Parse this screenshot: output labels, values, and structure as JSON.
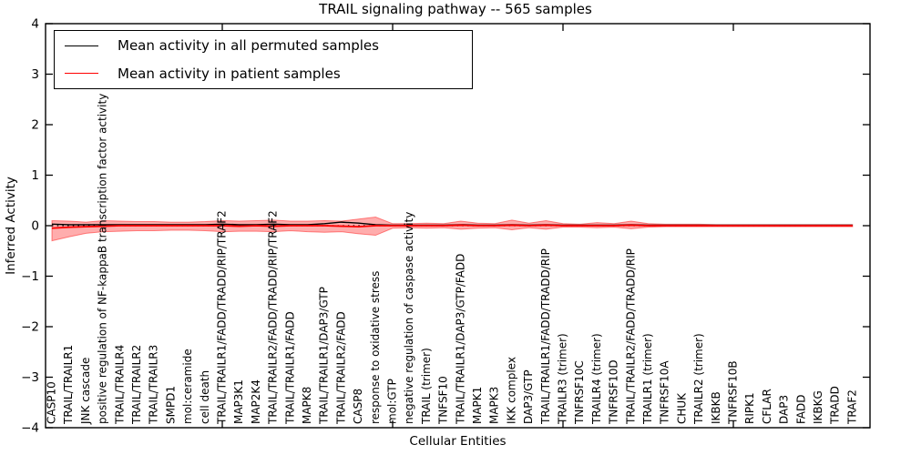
{
  "figure": {
    "title": "TRAIL signaling pathway -- 565 samples",
    "xlabel": "Cellular Entities",
    "ylabel": "Inferred Activity"
  },
  "legend": {
    "position": "upper left",
    "entries": [
      {
        "label": "Mean activity in all permuted samples",
        "color": "#000000"
      },
      {
        "label": "Mean activity in patient samples",
        "color": "#ff0000"
      }
    ]
  },
  "chart_data": {
    "type": "line",
    "title": "TRAIL signaling pathway -- 565 samples",
    "xlabel": "Cellular Entities",
    "ylabel": "Inferred Activity",
    "ylim": [
      -4,
      4
    ],
    "yticks": [
      -4,
      -3,
      -2,
      -1,
      0,
      1,
      2,
      3,
      4
    ],
    "grid": false,
    "legend_position": "upper left",
    "tick_direction": "in",
    "x_major_tick_indices": [
      10,
      20,
      30,
      40
    ],
    "categories": [
      "CASP10",
      "TRAIL/TRAILR1",
      "JNK cascade",
      "positive regulation of NF-kappaB transcription factor activity",
      "TRAIL/TRAILR4",
      "TRAIL/TRAILR2",
      "TRAIL/TRAILR3",
      "SMPD1",
      "mol:ceramide",
      "cell death",
      "TRAIL/TRAILR1/FADD/TRADD/RIP/TRAF2",
      "MAP3K1",
      "MAP2K4",
      "TRAIL/TRAILR2/FADD/TRADD/RIP/TRAF2",
      "TRAIL/TRAILR1/FADD",
      "MAPK8",
      "TRAIL/TRAILR1/DAP3/GTP",
      "TRAIL/TRAILR2/FADD",
      "CASP8",
      "response to oxidative stress",
      "mol:GTP",
      "negative regulation of caspase activity",
      "TRAIL (trimer)",
      "TNFSF10",
      "TRAIL/TRAILR1/DAP3/GTP/FADD",
      "MAPK1",
      "MAPK3",
      "IKK complex",
      "DAP3/GTP",
      "TRAIL/TRAILR1/FADD/TRADD/RIP",
      "TRAILR3 (trimer)",
      "TNFRSF10C",
      "TRAILR4 (trimer)",
      "TNFRSF10D",
      "TRAIL/TRAILR2/FADD/TRADD/RIP",
      "TRAILR1 (trimer)",
      "TNFRSF10A",
      "CHUK",
      "TRAILR2 (trimer)",
      "IKBKB",
      "TNFRSF10B",
      "RIPK1",
      "CFLAR",
      "DAP3",
      "FADD",
      "IKBKG",
      "TRADD",
      "TRAF2"
    ],
    "series": [
      {
        "name": "Mean activity in all permuted samples",
        "color": "#000000",
        "style": "solid",
        "values": [
          0.03,
          0.02,
          0.02,
          0.02,
          0.02,
          0.02,
          0.02,
          0.02,
          0.02,
          0.02,
          0.03,
          0.02,
          0.02,
          0.03,
          0.02,
          0.02,
          0.04,
          0.07,
          0.05,
          0.02,
          0.01,
          0.01,
          0.01,
          0.01,
          0.02,
          0.01,
          0.01,
          0.02,
          0.01,
          0.02,
          0.01,
          0.01,
          0.01,
          0.01,
          0.02,
          0.01,
          0.01,
          0.01,
          0.01,
          0.01,
          0.01,
          0.01,
          0.01,
          0.01,
          0.01,
          0.01,
          0.01,
          0.01
        ]
      },
      {
        "name": "Mean activity in patient samples",
        "color": "#ff0000",
        "style": "solid",
        "values": [
          -0.05,
          -0.03,
          -0.02,
          -0.01,
          0,
          0,
          0,
          0,
          0,
          0,
          0,
          -0.01,
          0,
          -0.01,
          0,
          0,
          0,
          -0.01,
          -0.02,
          0,
          0,
          0,
          0,
          0,
          0.01,
          0,
          0,
          0.01,
          0,
          0.01,
          0,
          0,
          0,
          0,
          0.01,
          0,
          0,
          0,
          0,
          0,
          0,
          0,
          0,
          0,
          0,
          0,
          0,
          0
        ]
      }
    ],
    "band": {
      "name": "patient sample activity spread",
      "color": "#ff0000",
      "opacity": 0.32,
      "upper": [
        0.1,
        0.09,
        0.07,
        0.1,
        0.09,
        0.08,
        0.08,
        0.07,
        0.07,
        0.08,
        0.1,
        0.09,
        0.1,
        0.11,
        0.09,
        0.09,
        0.1,
        0.09,
        0.13,
        0.17,
        0.04,
        0.04,
        0.05,
        0.04,
        0.09,
        0.05,
        0.04,
        0.11,
        0.05,
        0.1,
        0.04,
        0.03,
        0.06,
        0.04,
        0.09,
        0.04,
        0.03,
        0.03,
        0.03,
        0.02,
        0.02,
        0.02,
        0.02,
        0.02,
        0.02,
        0.02,
        0.02,
        0.02
      ],
      "lower": [
        0.3,
        0.22,
        0.15,
        0.12,
        0.11,
        0.1,
        0.1,
        0.09,
        0.09,
        0.1,
        0.12,
        0.11,
        0.11,
        0.12,
        0.1,
        0.12,
        0.13,
        0.12,
        0.16,
        0.19,
        0.05,
        0.04,
        0.05,
        0.04,
        0.07,
        0.05,
        0.04,
        0.08,
        0.04,
        0.07,
        0.03,
        0.03,
        0.04,
        0.03,
        0.06,
        0.03,
        0.02,
        0.02,
        0.02,
        0.02,
        0.02,
        0.02,
        0.02,
        0.02,
        0.02,
        0.02,
        0.02,
        0.02
      ]
    },
    "zero_line": {
      "value": 0,
      "style": "dotted",
      "color": "#000000"
    }
  }
}
